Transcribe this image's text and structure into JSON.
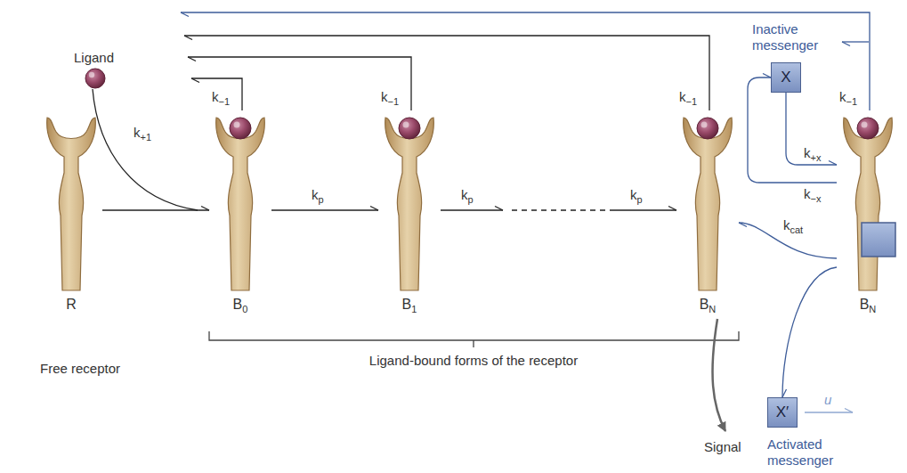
{
  "diagram": {
    "nodes": [
      {
        "text": [
          "R"
        ]
      },
      {
        "text": [
          "B",
          "0"
        ]
      },
      {
        "text": [
          "B",
          "1"
        ]
      },
      {
        "text": [
          "B",
          "N"
        ]
      },
      {
        "text": [
          "B",
          "N"
        ]
      },
      {
        "text": [
          "X"
        ]
      },
      {
        "text": [
          "X′"
        ]
      }
    ],
    "edges": [
      {
        "from": 0,
        "to": 1,
        "arrow": "to"
      },
      {
        "from": 1,
        "to": 2,
        "arrow": "to"
      },
      {
        "from": 2,
        "to": 3,
        "arrow": "to"
      },
      {
        "from": 5,
        "to": 4,
        "arrow": "to"
      },
      {
        "from": 4,
        "to": 5,
        "arrow": "to"
      },
      {
        "from": 4,
        "to": 3,
        "arrow": "to"
      },
      {
        "from": 4,
        "to": 6,
        "arrow": "to"
      }
    ],
    "labels": [
      "Ligand",
      "k",
      "+1",
      "k",
      "−1",
      "k",
      "−1",
      "k",
      "−1",
      "k",
      "−1",
      "k",
      "p",
      "k",
      "p",
      "k",
      "p",
      "k",
      "+x",
      "k",
      "−x",
      "k",
      "cat",
      "u",
      "Inactive messenger",
      "Activated messenger",
      "Signal",
      "Free receptor",
      "Ligand-bound forms of the receptor"
    ]
  }
}
